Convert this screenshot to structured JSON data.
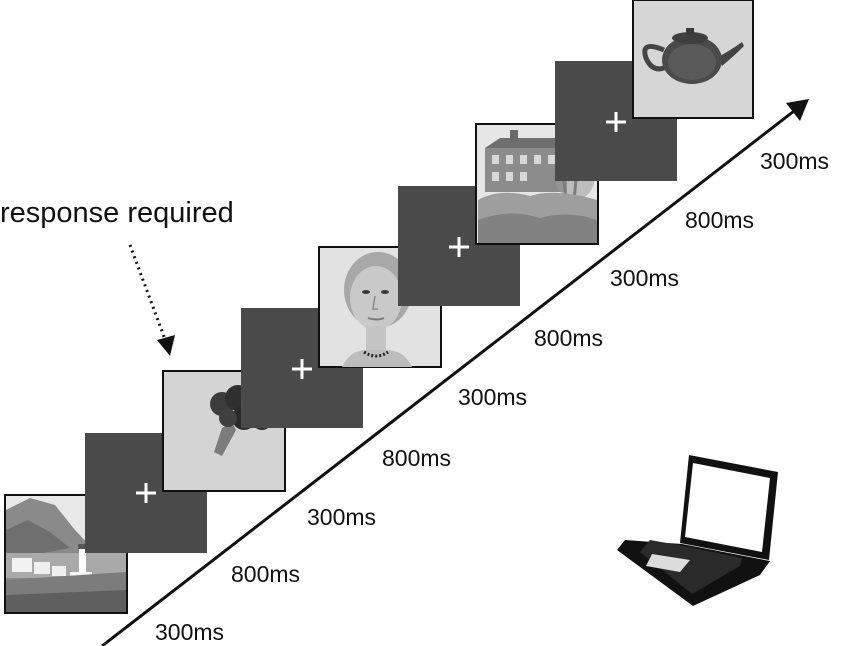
{
  "response_label": "response required",
  "trial_frames": [
    {
      "kind": "image",
      "content": "lighthouse-photo"
    },
    {
      "kind": "fixation",
      "content": "+"
    },
    {
      "kind": "image",
      "content": "broccoli-photo"
    },
    {
      "kind": "fixation",
      "content": "+"
    },
    {
      "kind": "image",
      "content": "face-photo"
    },
    {
      "kind": "fixation",
      "content": "+"
    },
    {
      "kind": "image",
      "content": "house-photo"
    },
    {
      "kind": "fixation",
      "content": "+"
    },
    {
      "kind": "image",
      "content": "teapot-photo"
    }
  ],
  "durations": [
    "300ms",
    "800ms",
    "300ms",
    "800ms",
    "300ms",
    "800ms",
    "300ms",
    "800ms",
    "300ms"
  ],
  "colors": {
    "fixation_background": "#4a4a4a",
    "image_background": "#d4d4d4",
    "frame_border": "#111111",
    "text": "#111111"
  },
  "icons": {
    "time_arrow": "timeline-arrow-icon",
    "response_arrow": "dotted-arrow-icon",
    "device": "laptop-icon"
  }
}
